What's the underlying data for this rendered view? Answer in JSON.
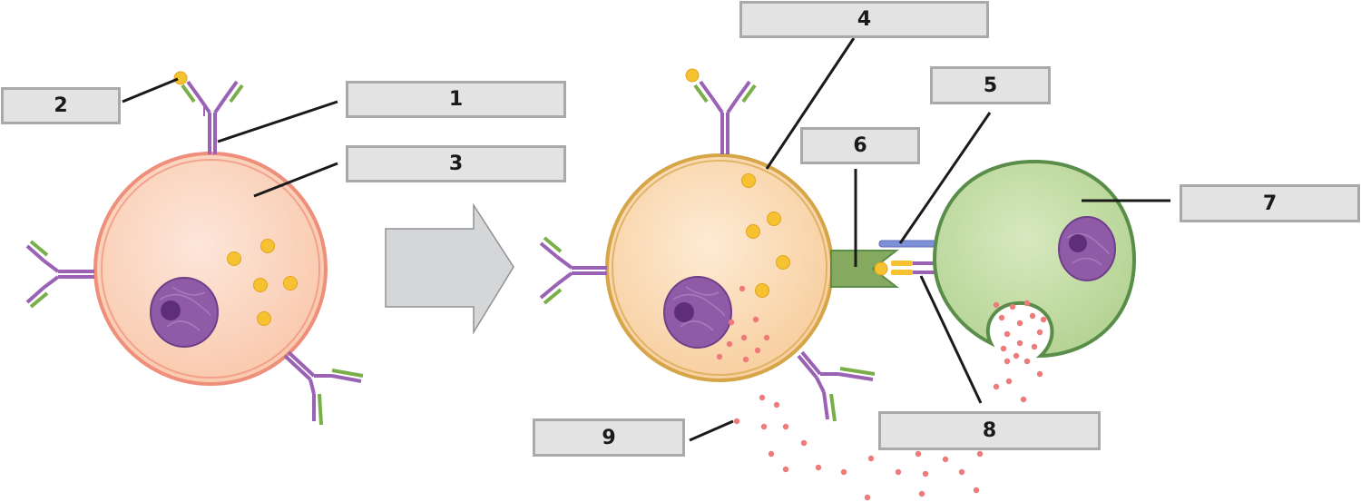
{
  "labels": {
    "l1": "1",
    "l2": "2",
    "l3": "3",
    "l4": "4",
    "l5": "5",
    "l6": "6",
    "l7": "7",
    "l8": "8",
    "l9": "9"
  },
  "colors": {
    "b_cell_membrane": "#ef8e7a",
    "b_cell_fill": "#fbd6c6",
    "plasma_cell_membrane": "#d6a548",
    "plasma_cell_fill": "#fce2c4",
    "helper_t_cell_membrane": "#5a8d4a",
    "helper_t_cell_fill": "#c6dfa9",
    "nucleus": "#8f5aa6",
    "antibody_heavy_chain": "#9a62b4",
    "antibody_light_chain": "#7aae48",
    "antigen": "#f6c232",
    "cytokine_dots": "#f07a7a",
    "arrow": "#d4d6d8",
    "label_box": "#e3e3e3",
    "label_border": "#a9a9a9"
  },
  "icons": {
    "process_arrow": "right-arrow-icon"
  }
}
